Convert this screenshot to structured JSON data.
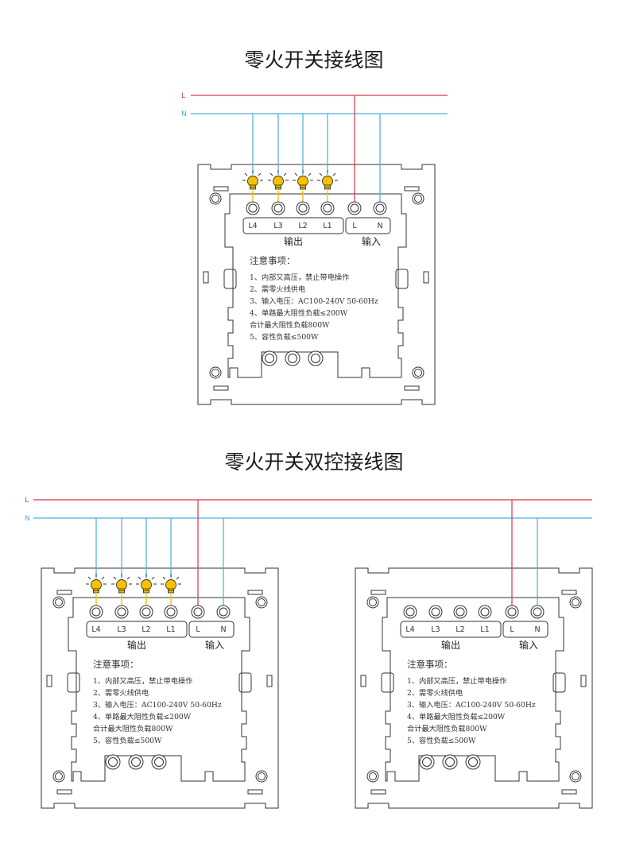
{
  "titles": {
    "single": "零火开关接线图",
    "dual": "零火开关双控接线图"
  },
  "wires": {
    "live_label": "L",
    "neutral_label": "N",
    "live_color": "#e0334a",
    "neutral_color": "#4aaee0"
  },
  "colors": {
    "outline": "#333333",
    "bulb": "#f6c200"
  },
  "panel": {
    "output_terminals": [
      "L4",
      "L3",
      "L2",
      "L1"
    ],
    "input_terminals": [
      "L",
      "N"
    ],
    "output_group_label": "输出",
    "input_group_label": "输入",
    "notes_title": "注意事项：",
    "notes": [
      "1、内部又高压，禁止带电操作",
      "2、需零火线供电",
      "3、输入电压：AC100-240V 50-60Hz",
      "4、单路最大阻性负载≤200W",
      "     合计最大阻性负载800W",
      "5、容性负载≤500W"
    ]
  },
  "icons": {
    "load": "lightbulb-icon",
    "terminal": "screw-terminal-icon"
  }
}
